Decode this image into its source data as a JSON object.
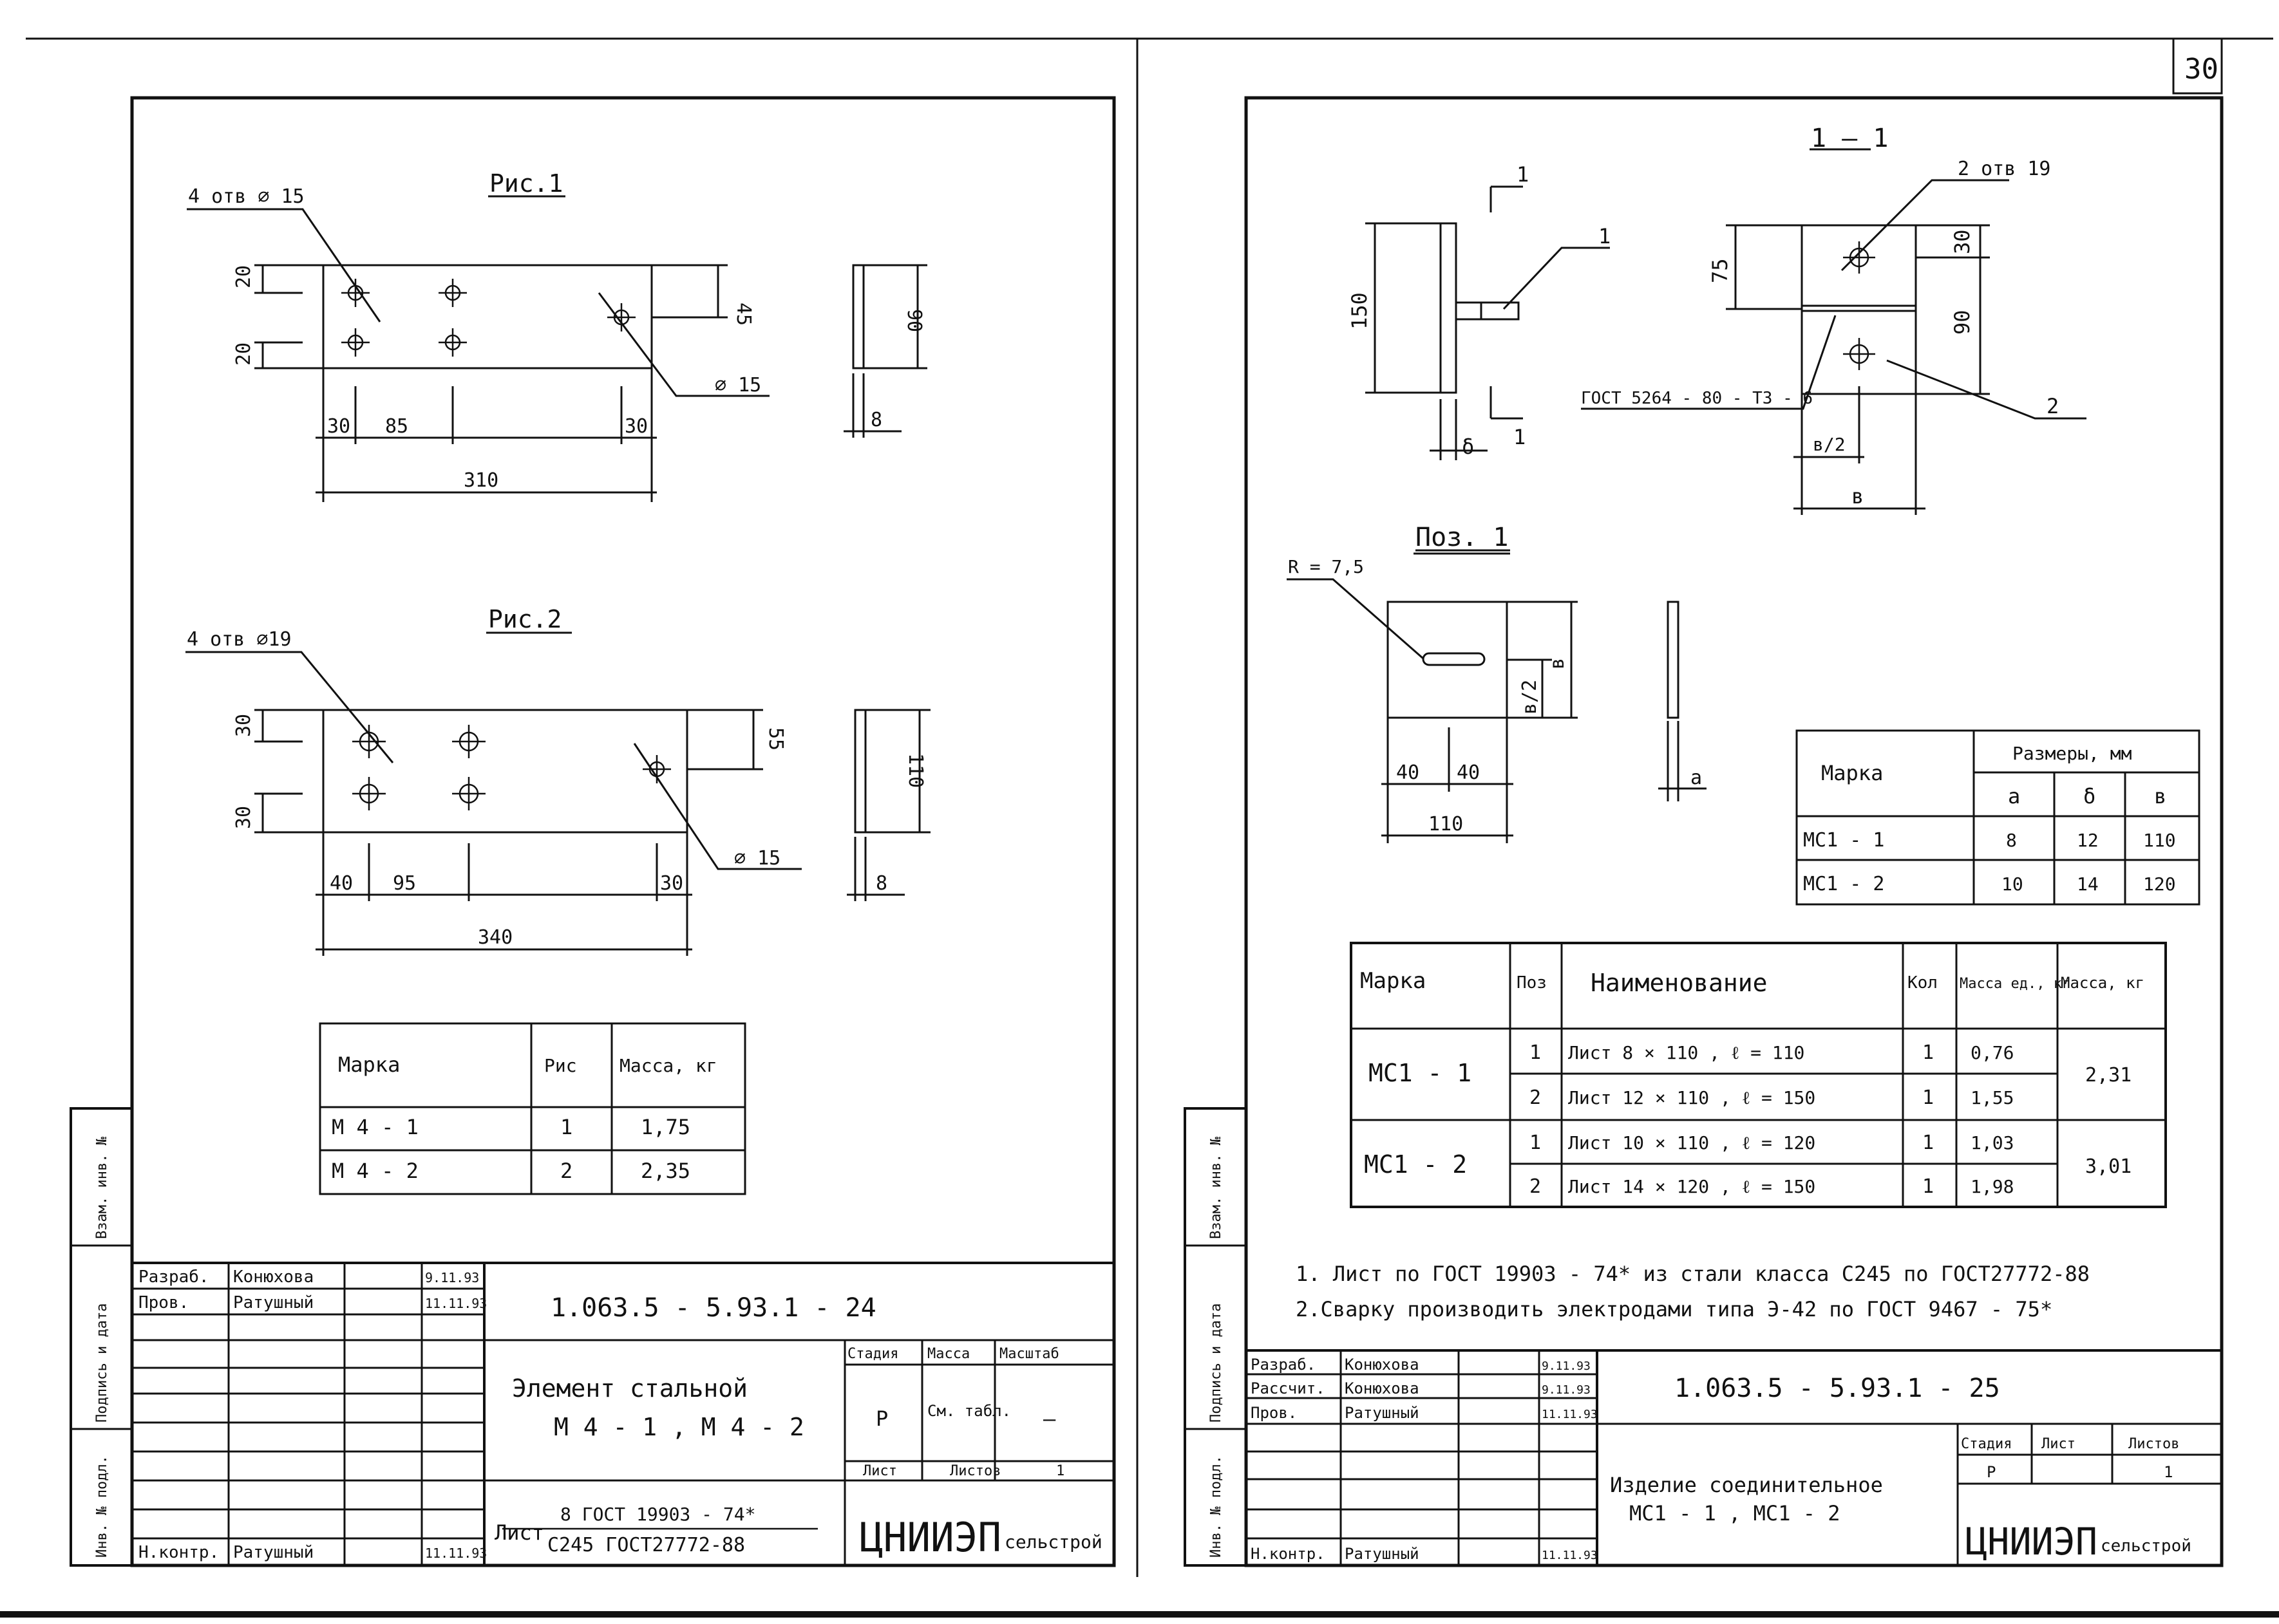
{
  "page_number": "30",
  "left": {
    "fig1": {
      "title": "Рис.1",
      "holes_callout": "4 отв ⌀ 15",
      "hole_callout": "⌀ 15",
      "dims": {
        "d20a": "20",
        "d20b": "20",
        "d45": "45",
        "d30a": "30",
        "d85": "85",
        "d30b": "30",
        "d310": "310",
        "d90": "90",
        "d8": "8"
      }
    },
    "fig2": {
      "title": "Рис.2",
      "holes_callout": "4 отв ⌀19",
      "hole_callout": "⌀ 15",
      "dims": {
        "d30a": "30",
        "d30b": "30",
        "d55": "55",
        "d40": "40",
        "d95": "95",
        "d30c": "30",
        "d340": "340",
        "d110": "110",
        "d8": "8"
      }
    },
    "mass_table": {
      "headers": [
        "Марка",
        "Рис",
        "Масса, кг"
      ],
      "rows": [
        [
          "М 4 - 1",
          "1",
          "1,75"
        ],
        [
          "М 4 - 2",
          "2",
          "2,35"
        ]
      ]
    },
    "side_stamp": [
      "Взам. инв. №",
      "Подпись и дата",
      "Инв. № подл."
    ],
    "stamp": {
      "people": [
        [
          "Разраб.",
          "Конюхова",
          "9.11.93"
        ],
        [
          "Пров.",
          "Ратушный",
          "11.11.93"
        ]
      ],
      "nkontr": [
        "Н.контр.",
        "Ратушный",
        "11.11.93"
      ],
      "code": "1.063.5 - 5.93.1 - 24",
      "title_line1": "Элемент стальной",
      "title_line2": "М 4 - 1 , М 4 - 2",
      "material_prefix": "Лист",
      "material_top": "8 ГОСТ 19903 - 74*",
      "material_bottom": "С245 ГОСТ27772-88",
      "col_headers": [
        "Стадия",
        "Масса",
        "Масштаб"
      ],
      "stage": "Р",
      "mass": "См. табл.",
      "scale": "—",
      "sheet_label": "Лист",
      "sheets_label": "Листов",
      "sheets_value": "1",
      "org_big": "ЦНИИЭП",
      "org_small": "сельстрой"
    }
  },
  "right": {
    "section": {
      "title": "1 — 1",
      "cut_label": "1",
      "pos_label": "1",
      "pos_label2": "2",
      "d150": "150",
      "d_delta": "δ",
      "d75": "75",
      "d30": "30",
      "d90": "90",
      "holes_callout": "2 отв 19",
      "weld_callout": "ГОСТ 5264 - 80 - Т3 - 6",
      "d_b2": "в/2",
      "d_b": "в"
    },
    "pos1": {
      "title": "Поз. 1",
      "radius": "R = 7,5",
      "d40a": "40",
      "d40b": "40",
      "d110": "110",
      "d_b2": "в/2",
      "d_b": "в",
      "d_a": "а"
    },
    "dims_table": {
      "mark_header": "Марка",
      "group_header": "Размеры, мм",
      "cols": [
        "а",
        "δ",
        "в"
      ],
      "rows": [
        [
          "МС1 - 1",
          "8",
          "12",
          "110"
        ],
        [
          "МС1 - 2",
          "10",
          "14",
          "120"
        ]
      ]
    },
    "spec_table": {
      "headers": [
        "Марка",
        "Поз",
        "Наименование",
        "Кол",
        "Масса ед., кг",
        "Масса, кг"
      ],
      "groups": [
        {
          "mark": "МС1 - 1",
          "total": "2,31",
          "rows": [
            [
              "1",
              "Лист 8 × 110 , ℓ = 110",
              "1",
              "0,76"
            ],
            [
              "2",
              "Лист 12 × 110 , ℓ = 150",
              "1",
              "1,55"
            ]
          ]
        },
        {
          "mark": "МС1 - 2",
          "total": "3,01",
          "rows": [
            [
              "1",
              "Лист 10 × 110 , ℓ = 120",
              "1",
              "1,03"
            ],
            [
              "2",
              "Лист 14 × 120 , ℓ = 150",
              "1",
              "1,98"
            ]
          ]
        }
      ]
    },
    "notes": [
      "1. Лист по ГОСТ 19903 - 74* из стали класса С245 по ГОСТ27772-88",
      "2.Сварку производить электродами типа Э-42 по ГОСТ 9467 - 75*"
    ],
    "side_stamp": [
      "Взам. инв. №",
      "Подпись и дата",
      "Инв. № подл."
    ],
    "stamp": {
      "people": [
        [
          "Разраб.",
          "Конюхова",
          "9.11.93"
        ],
        [
          "Рассчит.",
          "Конюхова",
          "9.11.93"
        ],
        [
          "Пров.",
          "Ратушный",
          "11.11.93"
        ]
      ],
      "nkontr": [
        "Н.контр.",
        "Ратушный",
        "11.11.93"
      ],
      "code": "1.063.5 - 5.93.1 - 25",
      "title_line1": "Изделие соединительное",
      "title_line2": "МС1 - 1 , МС1 - 2",
      "col_headers": [
        "Стадия",
        "Лист",
        "Листов"
      ],
      "stage": "Р",
      "sheets_value": "1",
      "org_big": "ЦНИИЭП",
      "org_small": "сельстрой"
    }
  }
}
